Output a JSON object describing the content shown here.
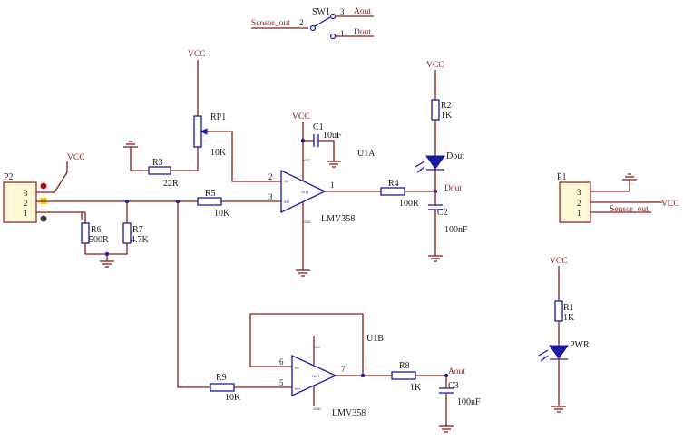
{
  "parts": {
    "p2": {
      "ref": "P2",
      "pins": [
        "3",
        "2",
        "1"
      ]
    },
    "p1": {
      "ref": "P1",
      "pins": [
        "3",
        "2",
        "1"
      ]
    },
    "sw1": {
      "ref": "SW1",
      "pins": [
        "2",
        "3",
        "1"
      ]
    },
    "rp1": {
      "ref": "RP1",
      "value": "10K"
    },
    "r1": {
      "ref": "R1",
      "value": "1K"
    },
    "r2": {
      "ref": "R2",
      "value": "1K"
    },
    "r3": {
      "ref": "R3",
      "value": "22R"
    },
    "r4": {
      "ref": "R4",
      "value": "100R"
    },
    "r5": {
      "ref": "R5",
      "value": "10K"
    },
    "r6": {
      "ref": "R6",
      "value": "500R"
    },
    "r7": {
      "ref": "R7",
      "value": "4.7K"
    },
    "r8": {
      "ref": "R8",
      "value": "1K"
    },
    "r9": {
      "ref": "R9",
      "value": "10K"
    },
    "c1": {
      "ref": "C1",
      "value": "10uF"
    },
    "c2": {
      "ref": "C2",
      "value": "100nF"
    },
    "c3": {
      "ref": "C3",
      "value": "100nF"
    },
    "u1a": {
      "ref": "U1A",
      "value": "LMV358",
      "pins": [
        "2",
        "3",
        "1"
      ]
    },
    "u1b": {
      "ref": "U1B",
      "value": "LMV358",
      "pins": [
        "6",
        "5",
        "7"
      ]
    },
    "d_pwr": {
      "ref": "PWR"
    },
    "d_dout": {
      "ref": "Dout"
    }
  },
  "nets": {
    "vcc": "VCC",
    "sensor_out": "Sensor_out",
    "aout": "Aout",
    "dout": "Dout"
  },
  "colors": {
    "wire": "#8a1c1c",
    "component": "#1a1aa8",
    "pin_red": "#b01818",
    "pin_yellow": "#e8c800",
    "pin_dark": "#3a3a3a"
  }
}
